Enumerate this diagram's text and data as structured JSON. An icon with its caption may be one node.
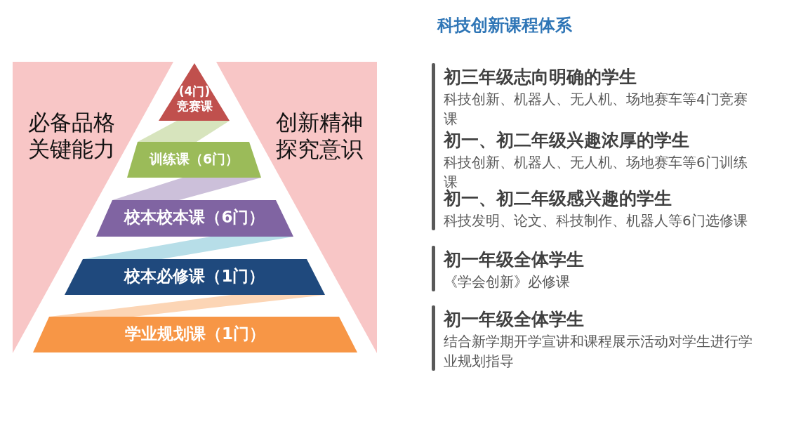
{
  "diagram": {
    "title": "科技创新课程体系",
    "nodes": [
      {
        "text": [
          "(4门)竞赛课"
        ]
      },
      {
        "text": [
          "训练课（6门）"
        ]
      },
      {
        "text": [
          "校本校本课（6门）"
        ]
      },
      {
        "text": [
          "校本必修课（1门）"
        ]
      },
      {
        "text": [
          "学业规划课（1门）"
        ]
      },
      {
        "text": [
          "初三年级志向明确的学生",
          "科技创新、机器人、无人机、场地赛车等4门竞赛课"
        ]
      },
      {
        "text": [
          "初一、初二年级兴趣浓厚的学生",
          "科技创新、机器人、无人机、场地赛车等6门训练课"
        ]
      },
      {
        "text": [
          "初一、初二年级感兴趣的学生",
          "科技发明、论文、科技制作、机器人等6门选修课"
        ]
      },
      {
        "text": [
          "初一年级全体学生",
          "《学会创新》必修课"
        ]
      },
      {
        "text": [
          "初一年级全体学生",
          "结合新学期开学宣讲和课程展示活动对学生进行学业规划指导"
        ]
      },
      {
        "text": [],
        "shape": "band"
      },
      {
        "text": [],
        "shape": "band"
      },
      {
        "text": [],
        "shape": "band"
      },
      {
        "text": [],
        "shape": "band"
      }
    ],
    "edges": [],
    "labels": [
      "必备品格",
      "关键能力",
      "创新精神",
      "探究意识"
    ]
  }
}
